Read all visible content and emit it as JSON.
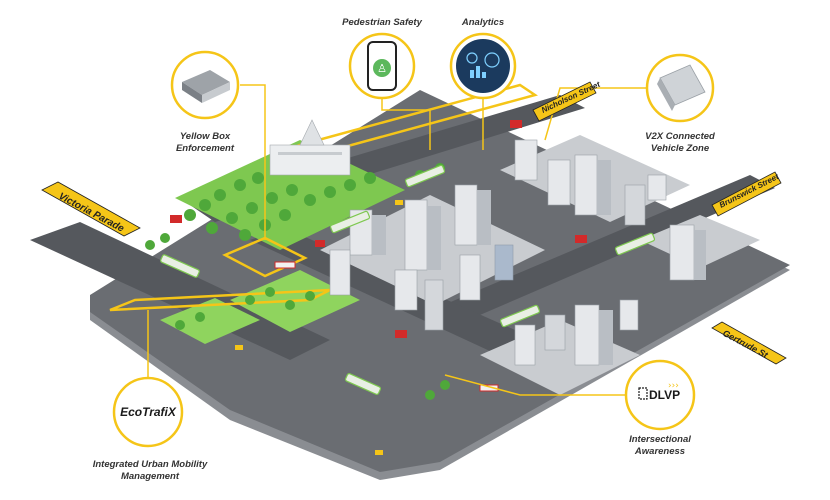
{
  "labels": {
    "pedestrian_safety": "Pedestrian Safety",
    "analytics": "Analytics",
    "yellow_box_line1": "Yellow Box",
    "yellow_box_line2": "Enforcement",
    "v2x_line1": "V2X Connected",
    "v2x_line2": "Vehicle Zone",
    "intersectional_line1": "Intersectional",
    "intersectional_line2": "Awareness",
    "iump_line1": "Integrated Urban Mobility",
    "iump_line2": "Management"
  },
  "streets": {
    "victoria": "Victoria Parade",
    "nicholson": "Nicholson Street",
    "brunswick": "Brunswick Street",
    "gertrude": "Gertrude St"
  },
  "logos": {
    "ecotrafix": "EcoTrafiX",
    "dlvp": "DLVP"
  },
  "colors": {
    "accent": "#f5c518",
    "road": "#5e6166",
    "block": "#c9ccd0",
    "grass": "#7ec850",
    "text": "#333333"
  }
}
